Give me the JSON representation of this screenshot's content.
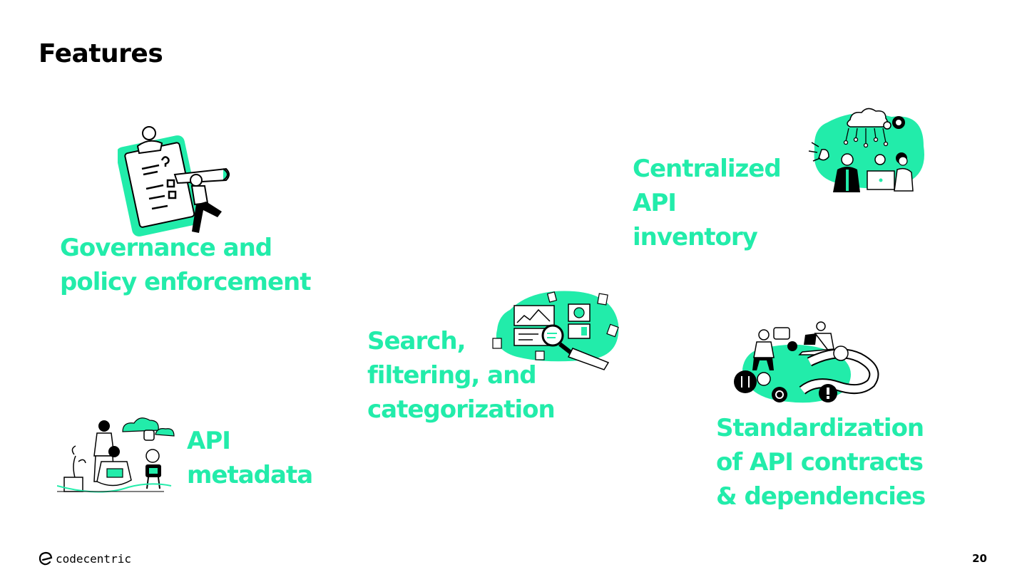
{
  "slide": {
    "title": "Features",
    "page_number": "20",
    "brand": "codecentric"
  },
  "features": [
    {
      "id": "governance",
      "lines": [
        "Governance and",
        "policy enforcement"
      ],
      "icon": "clipboard-checklist-icon"
    },
    {
      "id": "inventory",
      "lines": [
        "Centralized",
        "API",
        "inventory"
      ],
      "icon": "team-cloud-icon"
    },
    {
      "id": "search",
      "lines": [
        "Search,",
        "filtering, and",
        "categorization"
      ],
      "icon": "magnifier-dashboard-icon"
    },
    {
      "id": "standardization",
      "lines": [
        "Standardization",
        "of API contracts",
        "& dependencies"
      ],
      "icon": "people-pipeline-icon"
    },
    {
      "id": "metadata",
      "lines": [
        "API",
        "metadata"
      ],
      "icon": "people-robot-cloud-icon"
    }
  ],
  "colors": {
    "accent": "#22ecaa",
    "text": "#000000",
    "background": "#ffffff"
  }
}
